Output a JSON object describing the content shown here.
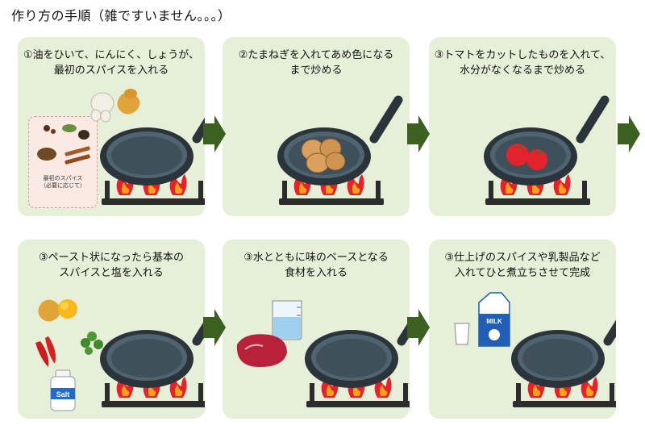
{
  "title": "作り方の手順（雑ですいません。。。）",
  "steps": [
    {
      "lines": [
        "①油をひいて、にんにく、しょうが、",
        "最初のスパイスを入れる"
      ],
      "note": [
        "最初のスパイス",
        "（必要に応じて）"
      ]
    },
    {
      "lines": [
        "②たまねぎを入れてあめ色になる",
        "まで炒める"
      ]
    },
    {
      "lines": [
        "③トマトをカットしたものを入れて、",
        "水分がなくなるまで炒める"
      ]
    },
    {
      "lines": [
        "③ペースト状になったら基本の",
        "スパイスと塩を入れる"
      ],
      "salt_label": "Salt"
    },
    {
      "lines": [
        "③水とともに味のベースとなる",
        "食材を入れる"
      ]
    },
    {
      "lines": [
        "③仕上げのスパイスや乳製品など",
        "入れてひと煮立ちさせて完成"
      ],
      "milk_label": "MILK"
    }
  ],
  "colors": {
    "card": "#e6f0d8",
    "arrow": "#3b6020",
    "pan": "#3a4a54",
    "flame": "#e8202a"
  },
  "icons": [
    "frying-pan-icon",
    "stove-icon",
    "flame-icon",
    "garlic-icon",
    "ginger-icon",
    "spice-icon",
    "onion-icon",
    "tomato-icon",
    "chili-icon",
    "herb-icon",
    "salt-bottle-icon",
    "measuring-cup-icon",
    "meat-icon",
    "milk-carton-icon",
    "glass-icon",
    "arrow-right-icon"
  ]
}
